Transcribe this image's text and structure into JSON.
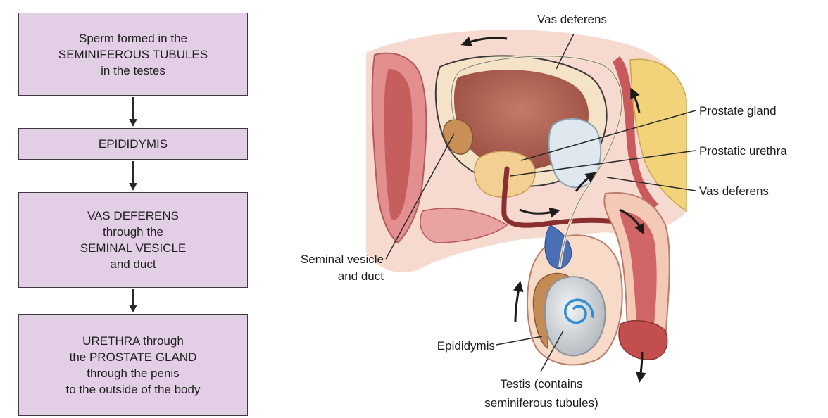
{
  "flowchart": {
    "step1": "Sperm formed in the\nSEMINIFEROUS TUBULES\nin the testes",
    "step2": "EPIDIDYMIS",
    "step3": "VAS DEFERENS\nthrough the\nSEMINAL VESICLE\nand duct",
    "step4": "URETHRA through\nthe PROSTATE GLAND\nthrough the penis\nto the outside of the body"
  },
  "labels": {
    "vas_deferens_top": "Vas deferens",
    "prostate_gland": "Prostate gland",
    "prostatic_urethra": "Prostatic urethra",
    "vas_deferens_right": "Vas deferens",
    "seminal_vesicle_line1": "Seminal vesicle",
    "seminal_vesicle_line2": "and duct",
    "epididymis": "Epididymis",
    "testis_line1": "Testis (contains",
    "testis_line2": "seminiferous tubules)"
  },
  "colors": {
    "box_fill": "#e2cfe5",
    "arrow": "#2a2a2a",
    "tissue_pink": "#e9a2a2",
    "muscle_red": "#c9595a",
    "bladder": "#b5685a",
    "fat_yellow": "#f2d37a",
    "testis_gray": "#cfd3d8",
    "swirl_blue": "#2d8fd0"
  }
}
